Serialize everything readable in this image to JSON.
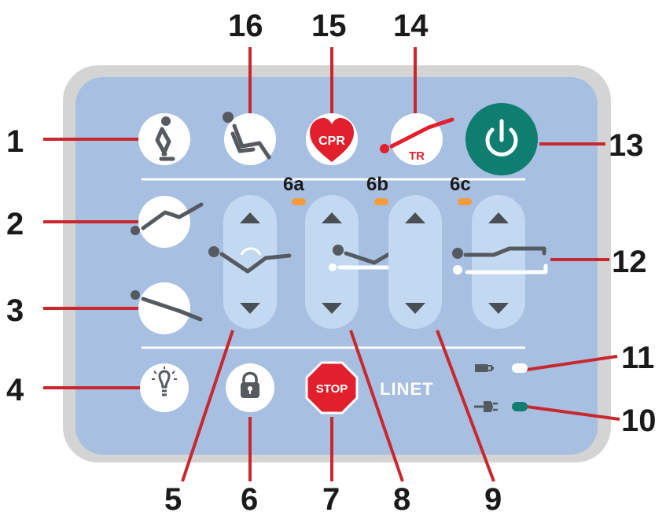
{
  "callouts": {
    "n1": "1",
    "n2": "2",
    "n3": "3",
    "n4": "4",
    "n5": "5",
    "n6": "6",
    "n7": "7",
    "n8": "8",
    "n9": "9",
    "n10": "10",
    "n11": "11",
    "n12": "12",
    "n13": "13",
    "n14": "14",
    "n15": "15",
    "n16": "16"
  },
  "indicators": {
    "a": "6a",
    "b": "6b",
    "c": "6c"
  },
  "buttons": {
    "cpr": "CPR",
    "tr": "TR",
    "stop": "STOP"
  },
  "brand": "LINET",
  "colors": {
    "panel_bezel": "#d4d4d4",
    "panel_face": "#a7bfe0",
    "callout_line": "#c8282d",
    "power_button": "#0f7d70",
    "cpr_heart": "#e2202d",
    "stop_sign": "#e2202d",
    "indicator_led": "#f59b3b",
    "mains_led": "#0f7d70"
  },
  "icons": [
    "person-standing-icon",
    "seated-recline-icon",
    "cpr-heart-icon",
    "trendelenburg-icon",
    "power-icon",
    "bed-up-icon",
    "bed-down-icon",
    "light-bulb-icon",
    "lock-icon",
    "stop-sign-icon",
    "battery-icon",
    "plug-icon",
    "backrest-icon",
    "thigh-rest-icon",
    "height-icon",
    "bed-extend-icon"
  ]
}
